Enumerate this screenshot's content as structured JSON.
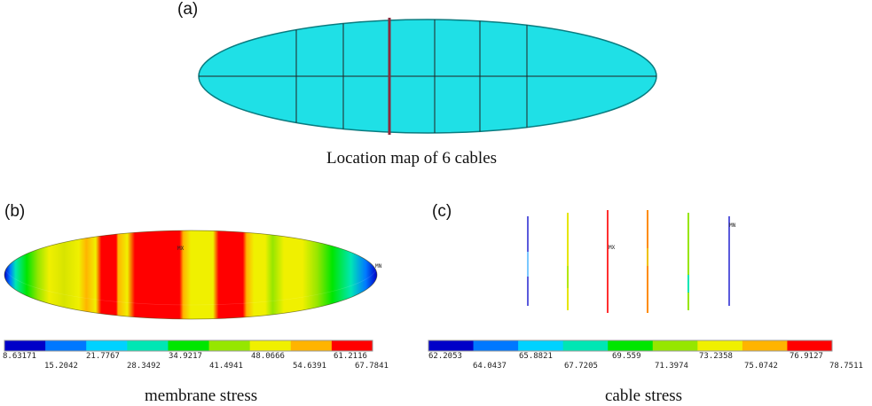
{
  "panel_a": {
    "label": "(a)",
    "caption": "Location map of 6 cables",
    "colors": {
      "fill": "#1fe0e6",
      "outline": "#0a7c80",
      "lines": "#222222",
      "highlight": "#8b2a3c"
    }
  },
  "panel_b": {
    "label": "(b)",
    "caption": "membrane stress",
    "max_tag": "MX",
    "min_tag": "MN",
    "legend_top": [
      "8.63171",
      "21.7767",
      "34.9217",
      "48.0666",
      "61.2116"
    ],
    "legend_bottom": [
      "15.2042",
      "28.3492",
      "41.4941",
      "54.6391",
      "67.7841"
    ]
  },
  "panel_c": {
    "label": "(c)",
    "caption": "cable stress",
    "max_tag": "MX",
    "min_tag": "MN",
    "legend_top": [
      "62.2053",
      "65.8821",
      "69.559",
      "73.2358",
      "76.9127"
    ],
    "legend_bottom": [
      "64.0437",
      "67.7205",
      "71.3974",
      "75.0742",
      "78.7511"
    ]
  },
  "colorbar": [
    "#0000c8",
    "#0078ff",
    "#00d2ff",
    "#00e6b4",
    "#00e600",
    "#96e600",
    "#f0f000",
    "#ffb400",
    "#ff0000"
  ]
}
